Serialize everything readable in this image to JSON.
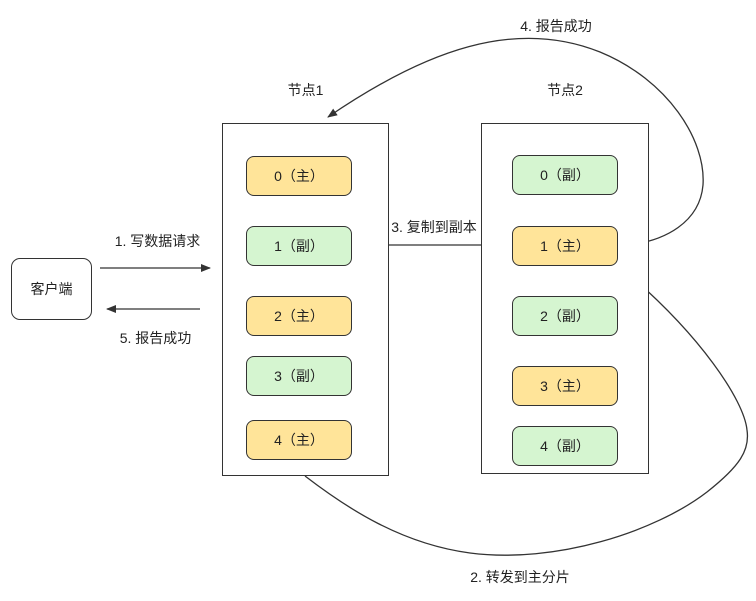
{
  "diagram": {
    "client": {
      "label": "客户端"
    },
    "nodes": [
      {
        "title": "节点1",
        "shards": [
          {
            "label": "0（主）",
            "role": "primary"
          },
          {
            "label": "1（副）",
            "role": "replica"
          },
          {
            "label": "2（主）",
            "role": "primary"
          },
          {
            "label": "3（副）",
            "role": "replica"
          },
          {
            "label": "4（主）",
            "role": "primary"
          }
        ]
      },
      {
        "title": "节点2",
        "shards": [
          {
            "label": "0（副）",
            "role": "replica"
          },
          {
            "label": "1（主）",
            "role": "primary"
          },
          {
            "label": "2（副）",
            "role": "replica"
          },
          {
            "label": "3（主）",
            "role": "primary"
          },
          {
            "label": "4（副）",
            "role": "replica"
          }
        ]
      }
    ],
    "labels": {
      "step1": "1. 写数据请求",
      "step2": "2. 转发到主分片",
      "step3": "3. 复制到副本",
      "step4": "4. 报告成功",
      "step5": "5. 报告成功"
    },
    "colors": {
      "primary_fill": "#FFE499",
      "replica_fill": "#D5F5D0",
      "shard_border": "#333333",
      "box_border": "#333333",
      "line_color": "#333333"
    }
  }
}
